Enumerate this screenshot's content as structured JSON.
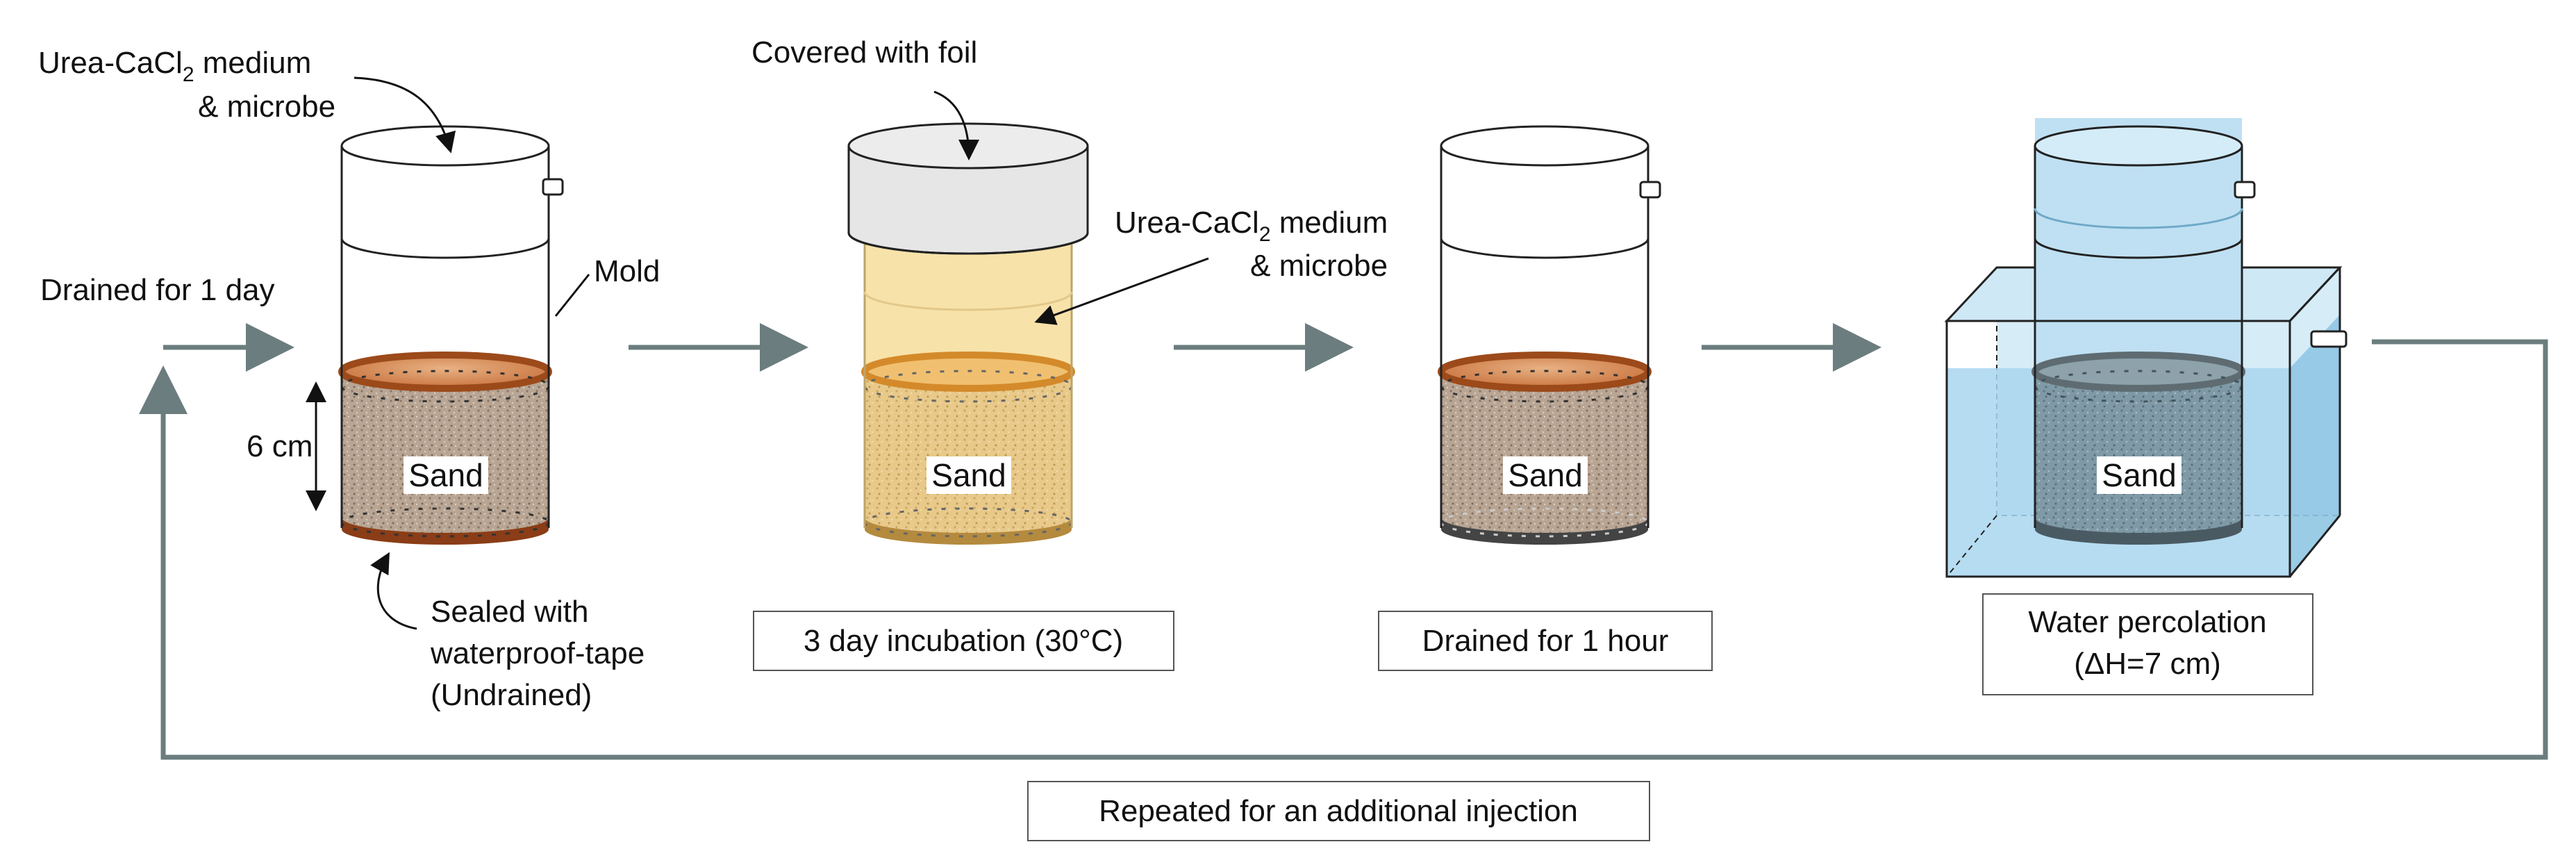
{
  "labels": {
    "top_left_medium": {
      "pre": "Urea-CaCl",
      "sub": "2",
      "post": " medium"
    },
    "top_left_microbe": "& microbe",
    "drained_1_day": "Drained for 1 day",
    "mold": "Mold",
    "height": "6 cm",
    "sealed_line1": "Sealed with",
    "sealed_line2": "waterproof-tape",
    "sealed_line3": "(Undrained)",
    "covered_foil": "Covered with foil",
    "mid_medium": {
      "pre": "Urea-CaCl",
      "sub": "2",
      "post": " medium"
    },
    "mid_microbe": "& microbe",
    "sand": "Sand"
  },
  "steps": [
    {
      "caption": "3 day incubation (30°C)"
    },
    {
      "caption": "Drained for 1 hour"
    },
    {
      "caption": "Water percolation",
      "caption2": "(ΔH=7 cm)"
    }
  ],
  "loop_caption": "Repeated for an additional injection",
  "colors": {
    "arrow": "#6b7d7e",
    "sand": "#b9a391",
    "sand_top": "#d9884b",
    "band": "#9c4a1a",
    "water": "#9fd0ea",
    "foil": "#e6e6e6",
    "medium": "#f6dfa0"
  }
}
